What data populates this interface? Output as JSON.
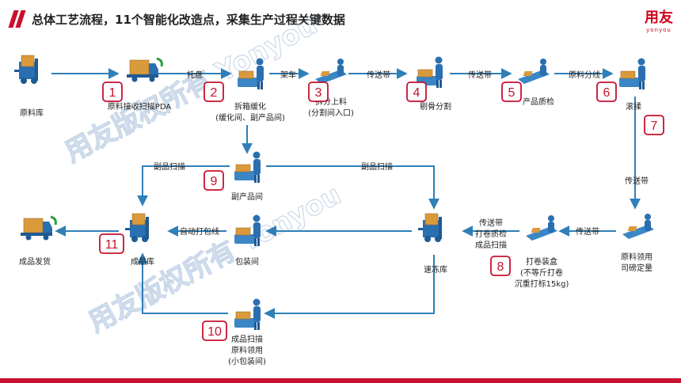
{
  "header": {
    "title": "总体工艺流程，11个智能化改造点，采集生产过程关键数据",
    "logo_main": "用友",
    "logo_sub": "yonyou"
  },
  "watermark": "用友版权所有 Yonyou",
  "nodes": {
    "raw_warehouse": "原料库",
    "n1": "原料接收扫描PDA",
    "n2_a": "拆箱缓化",
    "n2_b": "(缓化间、副产品间)",
    "n3_a": "拆分上料",
    "n3_b": "(分割间入口)",
    "n4": "剔骨分割",
    "n5": "产品质检",
    "n6": "滚揉",
    "n7_a": "原料领用",
    "n7_b": "司磅定量",
    "n8_a": "打卷装盒",
    "n8_b": "(不等斤打卷",
    "n8_c": "沉重打标15kg)",
    "n8_left_a": "传送带",
    "n8_left_b": "打卷质检",
    "n8_left_c": "成品扫描",
    "freezer": "速冻库",
    "packing": "包装间",
    "n9": "副产品间",
    "n10_a": "成品扫描",
    "n10_b": "原料领用",
    "n10_c": "(小包装间)",
    "n11": "成品库",
    "shipping": "成品发货"
  },
  "edges": {
    "pallet": "托盘",
    "rack": "架车",
    "conveyor1": "传送带",
    "conveyor2": "传送带",
    "raw_split": "原料分线",
    "conveyor3": "传送带",
    "conveyor4": "传送带",
    "byproduct_scan_left": "副品扫描",
    "byproduct_scan_right": "副品扫描",
    "auto_pack": "自动打包线"
  },
  "badges": [
    "1",
    "2",
    "3",
    "4",
    "5",
    "6",
    "7",
    "8",
    "9",
    "10",
    "11"
  ],
  "colors": {
    "accent": "#c8102e",
    "flow": "#2f7fb8",
    "icon_blue": "#2a6fb0",
    "icon_box": "#d99a3c"
  }
}
